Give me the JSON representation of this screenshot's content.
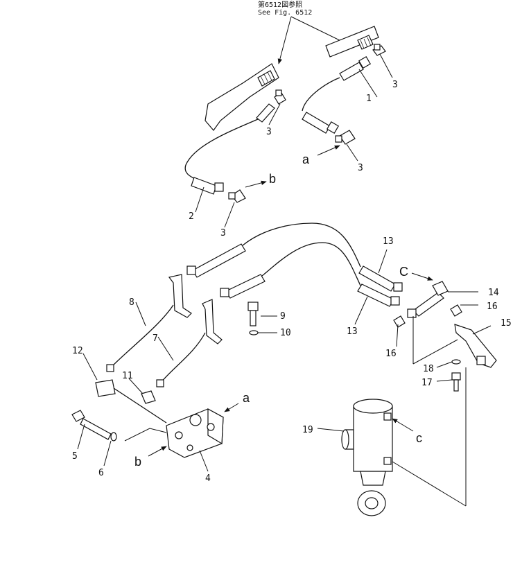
{
  "reference_note": {
    "line1": "第6512図参照",
    "line2": "See Fig. 6512"
  },
  "ports": {
    "a1": "a",
    "a2": "a",
    "b1": "b",
    "b2": "b",
    "c1": "C",
    "c2": "c"
  },
  "callouts": {
    "n1": "1",
    "n2": "2",
    "n3a": "3",
    "n3b": "3",
    "n3c": "3",
    "n3d": "3",
    "n4": "4",
    "n5": "5",
    "n6": "6",
    "n7": "7",
    "n8": "8",
    "n9": "9",
    "n10": "10",
    "n11": "11",
    "n12": "12",
    "n13a": "13",
    "n13b": "13",
    "n14": "14",
    "n15": "15",
    "n16a": "16",
    "n16b": "16",
    "n17": "17",
    "n18": "18",
    "n19": "19"
  }
}
